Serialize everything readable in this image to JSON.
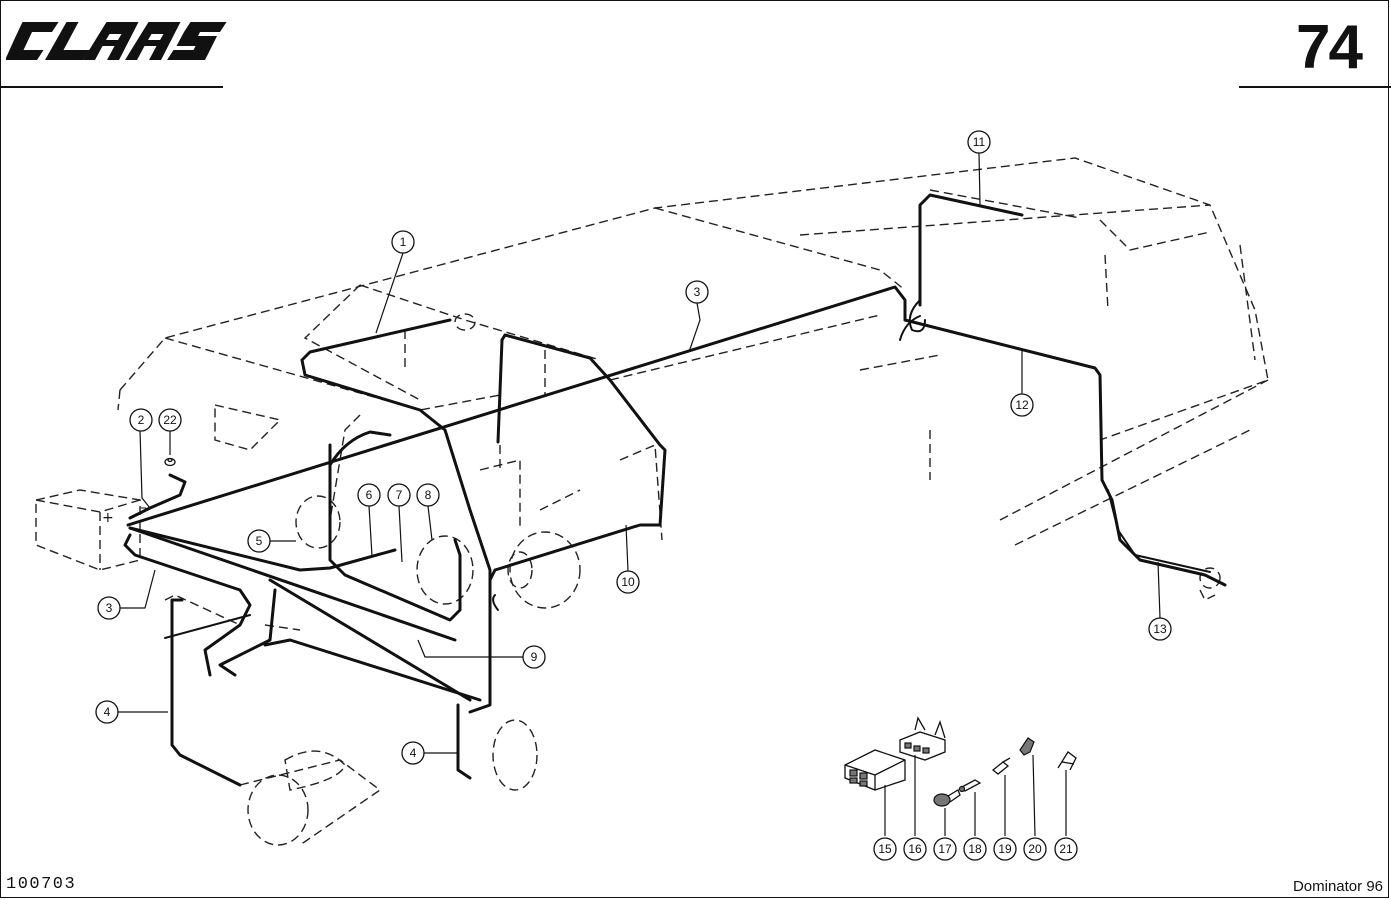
{
  "header": {
    "logo_text": "CLAAS",
    "page_number": "74"
  },
  "footer": {
    "reference_number": "100703",
    "model_name": "Dominator 96"
  },
  "battery": {
    "plus_label": "+",
    "minus_label": "–"
  },
  "callouts": [
    {
      "id": "callout-1",
      "label": "1"
    },
    {
      "id": "callout-2",
      "label": "2"
    },
    {
      "id": "callout-22",
      "label": "22"
    },
    {
      "id": "callout-3-top",
      "label": "3"
    },
    {
      "id": "callout-3-bottom",
      "label": "3"
    },
    {
      "id": "callout-4-left",
      "label": "4"
    },
    {
      "id": "callout-4-right",
      "label": "4"
    },
    {
      "id": "callout-5",
      "label": "5"
    },
    {
      "id": "callout-6",
      "label": "6"
    },
    {
      "id": "callout-7",
      "label": "7"
    },
    {
      "id": "callout-8",
      "label": "8"
    },
    {
      "id": "callout-9",
      "label": "9"
    },
    {
      "id": "callout-10",
      "label": "10"
    },
    {
      "id": "callout-11",
      "label": "11"
    },
    {
      "id": "callout-12",
      "label": "12"
    },
    {
      "id": "callout-13",
      "label": "13"
    },
    {
      "id": "callout-15",
      "label": "15"
    },
    {
      "id": "callout-16",
      "label": "16"
    },
    {
      "id": "callout-17",
      "label": "17"
    },
    {
      "id": "callout-18",
      "label": "18"
    },
    {
      "id": "callout-19",
      "label": "19"
    },
    {
      "id": "callout-20",
      "label": "20"
    },
    {
      "id": "callout-21",
      "label": "21"
    }
  ]
}
